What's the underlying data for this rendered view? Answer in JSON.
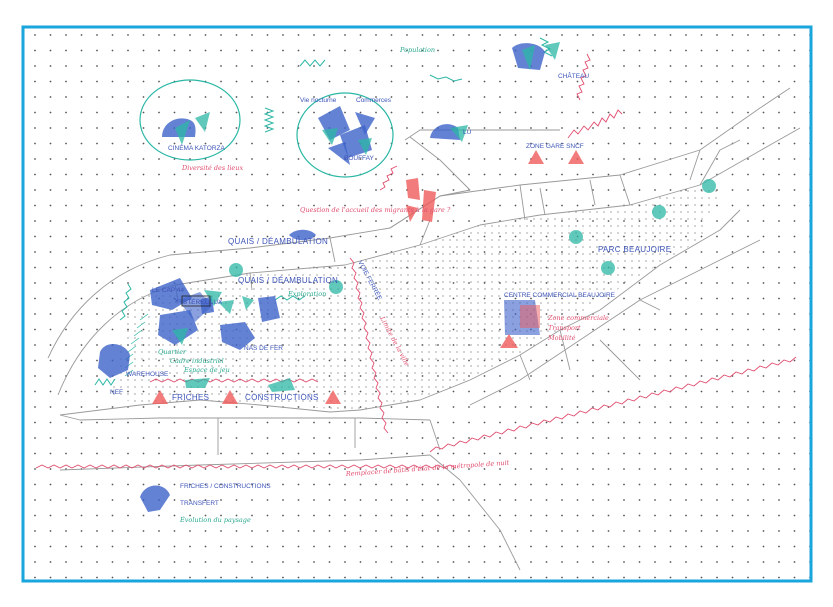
{
  "colors": {
    "frame": "#1aa6dd",
    "street": "#9a9a9a",
    "blue": "#3d63c9",
    "teal": "#2bb7a5",
    "red": "#ef5a5a",
    "pink": "#e04d6e",
    "green_text": "#2aa88f",
    "blue_text": "#3d55b8"
  },
  "labels": {
    "cinema": "CINÉMA KATORZA",
    "cinema_note": "Diversité des lieux",
    "bouffay": "BOUFFAY",
    "bouffay_note1": "Vie nocturne",
    "bouffay_note2": "Commerces",
    "lu": "LU",
    "chateau": "CHÂTEAU",
    "chateau_note": "Population",
    "zone_gare": "ZONE GARE SNCF",
    "quai_1": "QUAIS / DÉAMBULATION",
    "quai_2": "QUAIS / DÉAMBULATION",
    "quai_note": "Exploration",
    "rail_note": "Question de l'accueil des migrants à la gare ?",
    "voie_ferree": "VOIE FERRÉE",
    "voie_note": "Limite de la ville",
    "parc": "PARC BEAUJOIRE",
    "centre": "CENTRE COMMERCIAL BEAUJOIRE",
    "centre_note1": "Zone commerciale",
    "centre_note2": "Transport",
    "centre_note3": "Mobilité",
    "stereolux": "STÉRÉOLUX",
    "cap44": "LE CAP 44",
    "warehouse": "WAREHOUSE",
    "nef": "NEF",
    "nas": "NAS DE FER",
    "friche_note1": "Quartier",
    "friche_note2": "Cadre industriel",
    "friche_note3": "Espace de jeu",
    "friches_main": "FRICHES",
    "constructions_main": "CONSTRUCTIONS",
    "periph_note": "Remplacer de bâtis d'état de la métropole de nuit",
    "legend_title": "FRICHES / CONSTRUCTIONS",
    "legend_sub": "TRANSFERT",
    "legend_note": "Évolution du paysage"
  }
}
